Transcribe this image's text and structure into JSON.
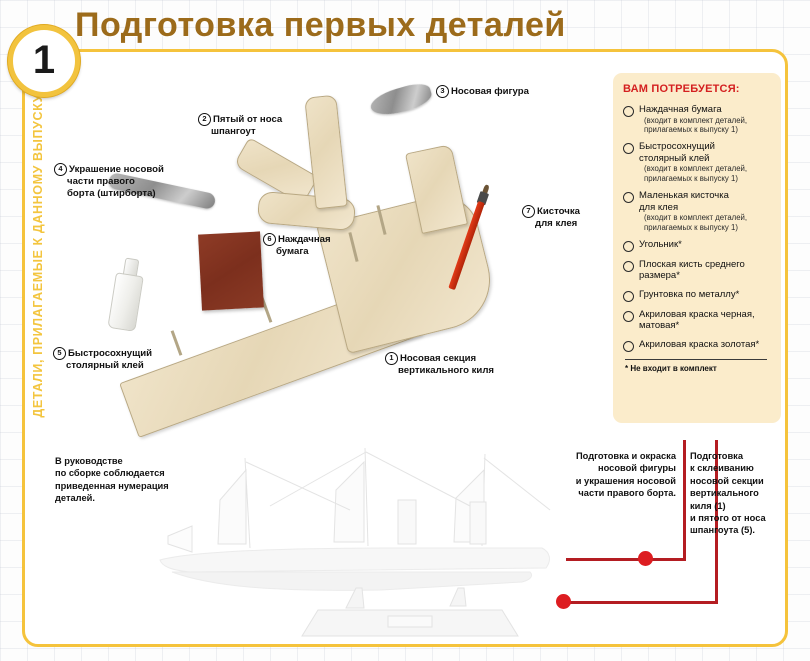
{
  "page": {
    "step_number": "1",
    "title": "Подготовка первых деталей",
    "spine_label": "ДЕТАЛИ, ПРИЛАГАЕМЫЕ К ДАННОМУ ВЫПУСКУ",
    "accent_color": "#f2c33e",
    "title_color": "#9c6b1b",
    "panel_bg": "#fbeccb",
    "red_color": "#d42020"
  },
  "needed_panel": {
    "heading": "ВАМ ПОТРЕБУЕТСЯ:",
    "items": [
      {
        "label": "Наждачная бумага",
        "sub1": "(входит в комплект деталей,",
        "sub2": "прилагаемых к выпуску 1)"
      },
      {
        "label": "Быстросохнущий",
        "label2": "столярный клей",
        "sub1": "(входит в комплект деталей,",
        "sub2": "прилагаемых к выпуску 1)"
      },
      {
        "label": "Маленькая кисточка",
        "label2": "для клея",
        "sub1": "(входит в комплект деталей,",
        "sub2": "прилагаемых к выпуску 1)"
      },
      {
        "label": "Угольник*"
      },
      {
        "label": "Плоская кисть среднего",
        "label2": "размера*"
      },
      {
        "label": "Грунтовка по металлу*"
      },
      {
        "label": "Акриловая краска черная,",
        "label2": "матовая*"
      },
      {
        "label": "Акриловая краска золотая*"
      }
    ],
    "footnote": "* Не входит в комплект"
  },
  "callouts": [
    {
      "num": "1",
      "line1": "Носовая секция",
      "line2": "вертикального киля"
    },
    {
      "num": "2",
      "line1": "Пятый от носа",
      "line2": "шпангоут"
    },
    {
      "num": "3",
      "line1": "Носовая фигура",
      "line2": ""
    },
    {
      "num": "4",
      "line1": "Украшение носовой",
      "line2": "части правого",
      "line3": "борта (штирборта)"
    },
    {
      "num": "5",
      "line1": "Быстросохнущий",
      "line2": "столярный клей"
    },
    {
      "num": "6",
      "line1": "Наждачная",
      "line2": "бумага"
    },
    {
      "num": "7",
      "line1": "Кисточка",
      "line2": "для клея"
    }
  ],
  "bottom": {
    "note_left": {
      "l1": "В руководстве",
      "l2": "по сборке соблюдается",
      "l3": "приведенная нумерация",
      "l4": "деталей."
    },
    "note_mid": {
      "l1": "Подготовка и окраска",
      "l2": "носовой фигуры",
      "l3": "и украшения носовой",
      "l4": "части правого борта."
    },
    "note_right": {
      "l1": "Подготовка",
      "l2": "к склеиванию",
      "l3": "носовой секции",
      "l4": "вертикального",
      "l5": "киля (1)",
      "l6": "и пятого от носа",
      "l7": "шпангоута (5)."
    }
  }
}
